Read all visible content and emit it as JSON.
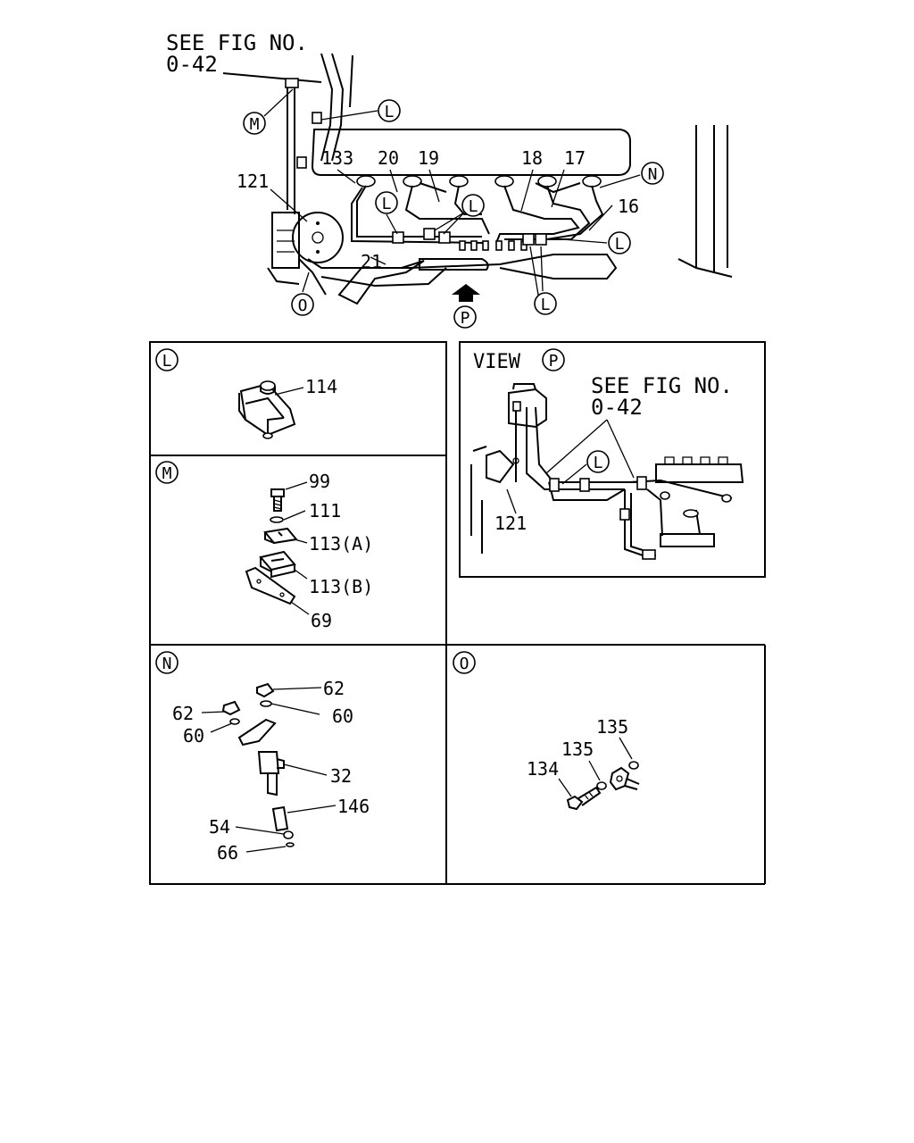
{
  "main": {
    "see_fig_line1": "SEE FIG NO.",
    "see_fig_line2": "0-42",
    "callouts": {
      "M": "M",
      "L": "L",
      "N": "N",
      "O": "O",
      "P": "P"
    },
    "numbers": {
      "n133": "133",
      "n20": "20",
      "n19": "19",
      "n18": "18",
      "n17": "17",
      "n16": "16",
      "n121": "121",
      "n21": "21"
    }
  },
  "panel_L": {
    "letter": "L",
    "part_114": "114"
  },
  "panel_view": {
    "title": "VIEW",
    "letter": "P",
    "see_fig_line1": "SEE FIG NO.",
    "see_fig_line2": "0-42",
    "callout_L": "L",
    "part_121": "121"
  },
  "panel_M": {
    "letter": "M",
    "part_99": "99",
    "part_111": "111",
    "part_113a": "113(A)",
    "part_113b": "113(B)",
    "part_69": "69"
  },
  "panel_N": {
    "letter": "N",
    "part_62a": "62",
    "part_62b": "62",
    "part_60a": "60",
    "part_60b": "60",
    "part_32": "32",
    "part_146": "146",
    "part_54": "54",
    "part_66": "66"
  },
  "panel_O": {
    "letter": "O",
    "part_135a": "135",
    "part_135b": "135",
    "part_134": "134"
  }
}
